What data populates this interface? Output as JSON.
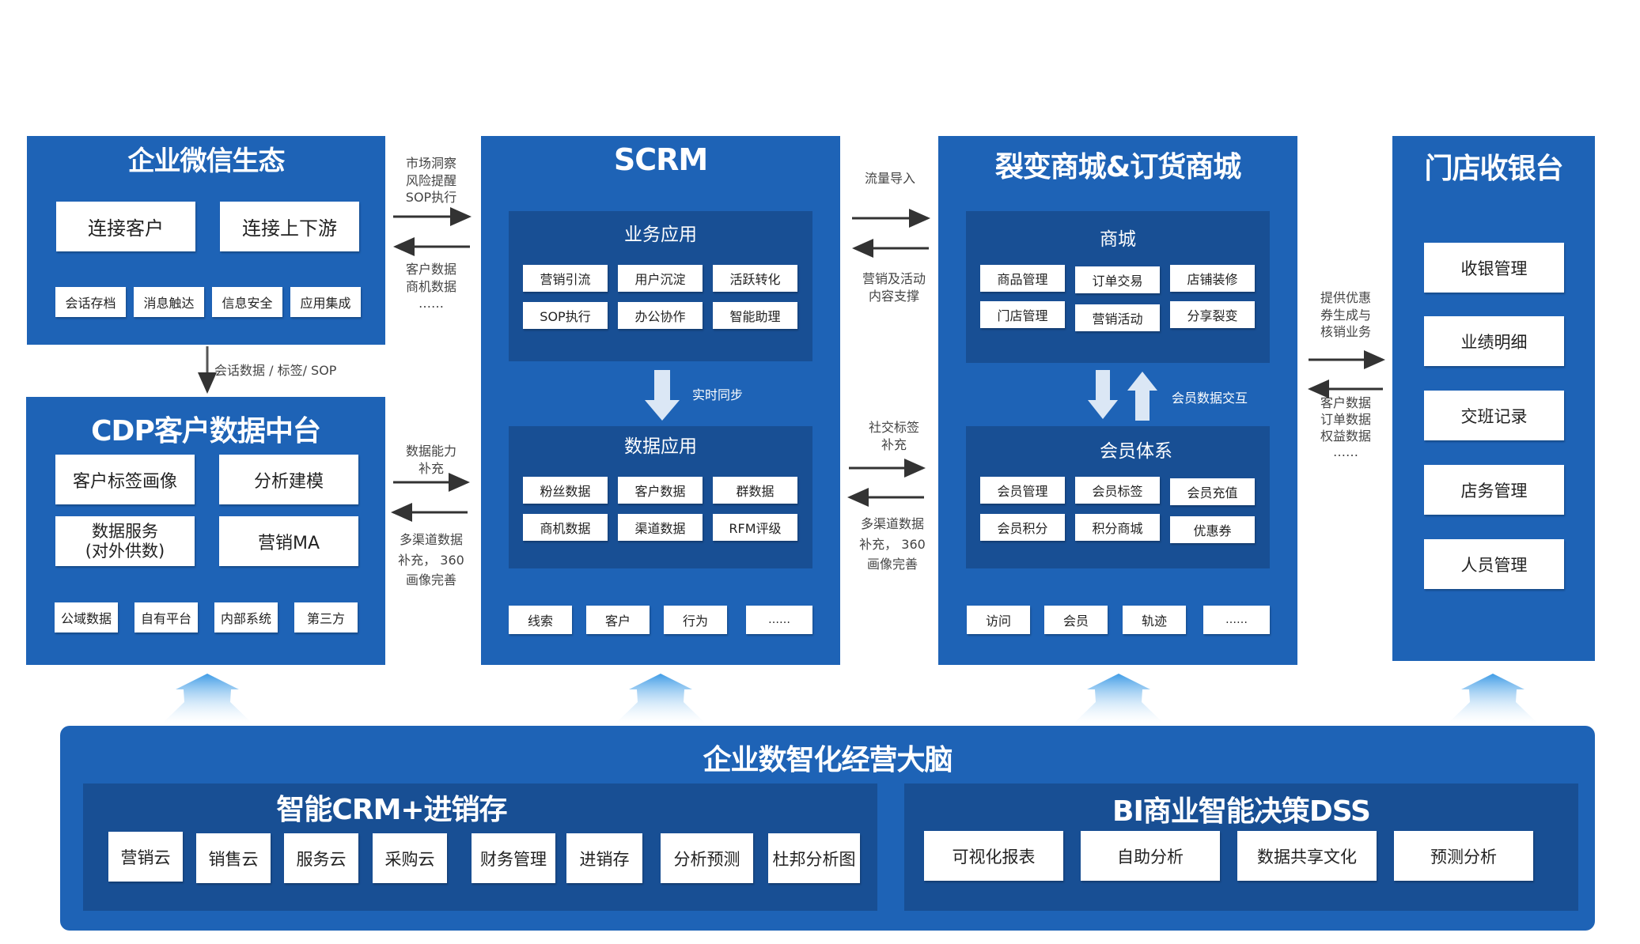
{
  "wecom": {
    "title": "企业微信生态",
    "big": [
      "连接客户",
      "连接上下游"
    ],
    "small": [
      "会话存档",
      "消息触达",
      "信息安全",
      "应用集成"
    ]
  },
  "cdp": {
    "title": "CDP客户数据中台",
    "grid": [
      "客户标签画像",
      "分析建模",
      "数据服务\n(对外供数)",
      "营销MA"
    ],
    "small": [
      "公域数据",
      "自有平台",
      "内部系统",
      "第三方"
    ]
  },
  "link_wecom_cdp": "会话数据 / 标签/ SOP",
  "arrows_a": {
    "top_right": "市场洞察\n风险提醒\nSOP执行",
    "top_left": "客户数据\n商机数据\n……",
    "bot_right": "数据能力\n补充",
    "bot_left": "多渠道数据\n补充，  360\n画像完善"
  },
  "scrm": {
    "title": "SCRM",
    "biz_title": "业务应用",
    "biz": [
      "营销引流",
      "用户沉淀",
      "活跃转化",
      "SOP执行",
      "办公协作",
      "智能助理"
    ],
    "sync": "实时同步",
    "data_title": "数据应用",
    "data": [
      "粉丝数据",
      "客户数据",
      "群数据",
      "商机数据",
      "渠道数据",
      "RFM评级"
    ],
    "bottom": [
      "线索",
      "客户",
      "行为",
      "……"
    ]
  },
  "arrows_b": {
    "top_right": "流量导入",
    "top_left": "营销及活动\n内容支撑",
    "bot_right": "社交标签\n补充",
    "bot_left": "多渠道数据\n补充，  360\n画像完善"
  },
  "mall": {
    "title": "裂变商城&订货商城",
    "shop_title": "商城",
    "shop": [
      "商品管理",
      "订单交易",
      "店铺装修",
      "门店管理",
      "营销活动",
      "分享裂变"
    ],
    "exchange": "会员数据交互",
    "member_title": "会员体系",
    "member": [
      "会员管理",
      "会员标签",
      "会员充值",
      "会员积分",
      "积分商城",
      "优惠券"
    ],
    "bottom": [
      "访问",
      "会员",
      "轨迹",
      "……"
    ]
  },
  "arrows_c": {
    "top_right": "提供优惠\n券生成与\n核销业务",
    "bot_left": "客户数据\n订单数据\n权益数据\n……"
  },
  "pos": {
    "title": "门店收银台",
    "items": [
      "收银管理",
      "业绩明细",
      "交班记录",
      "店务管理",
      "人员管理"
    ]
  },
  "brain": {
    "title": "企业数智化经营大脑",
    "crm_title": "智能CRM+进销存",
    "crm": [
      "营销云",
      "销售云",
      "服务云",
      "采购云",
      "财务管理",
      "进销存",
      "分析预测",
      "杜邦分析图"
    ],
    "bi_title": "BI商业智能决策DSS",
    "bi": [
      "可视化报表",
      "自助分析",
      "数据共享文化",
      "预测分析"
    ]
  },
  "colors": {
    "panel": "#1e63b6",
    "inner": "#184f94",
    "up_arrow": "#6ab4ea"
  }
}
